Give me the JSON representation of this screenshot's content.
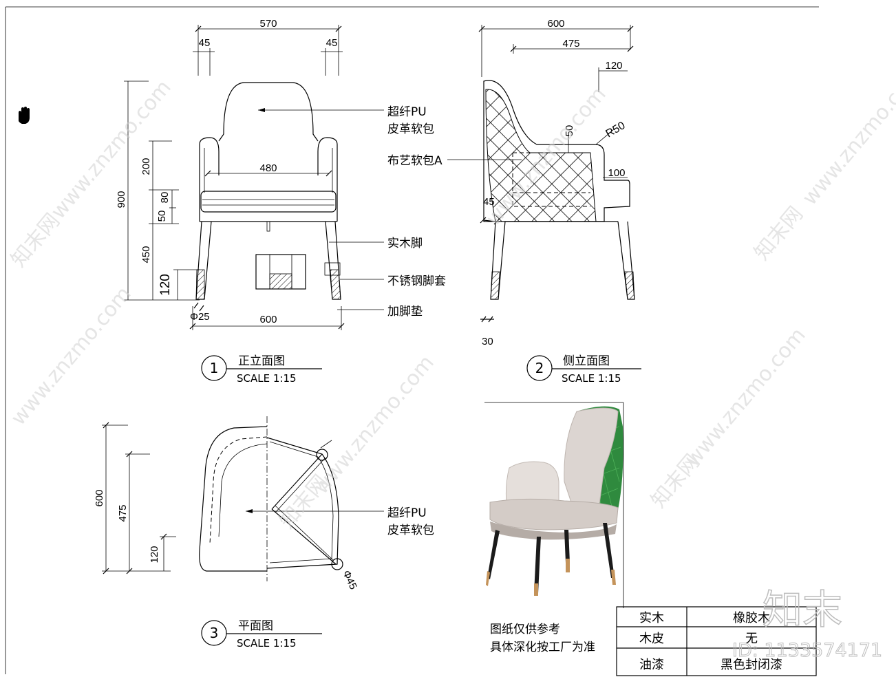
{
  "views": {
    "front": {
      "number": "1",
      "title": "正立面图",
      "scale": "SCALE 1:15"
    },
    "side": {
      "number": "2",
      "title": "侧立面图",
      "scale": "SCALE 1:15"
    },
    "plan": {
      "number": "3",
      "title": "平面图",
      "scale": "SCALE 1:15"
    }
  },
  "front_dims": {
    "total_width": "570",
    "left_leg": "45",
    "right_leg": "45",
    "height": "900",
    "arm_200": "200",
    "d80": "80",
    "d50": "50",
    "d450": "450",
    "d120": "120",
    "seat_480": "480",
    "phi25": "Φ25",
    "bottom_600": "600"
  },
  "side_dims": {
    "d600": "600",
    "d475": "475",
    "d120": "120",
    "d50": "50",
    "r50": "R50",
    "d100": "100",
    "d45": "45",
    "d30": "30"
  },
  "plan_dims": {
    "d600": "600",
    "d475": "475",
    "d120": "120",
    "phi45": "Φ45"
  },
  "labels": {
    "pu_line1": "超纤PU",
    "pu_line2": "皮革软包",
    "fabric": "布艺软包A",
    "wood_leg": "实木脚",
    "steel_cap": "不锈钢脚套",
    "foot_pad": "加脚垫",
    "plan_pu_line1": "超纤PU",
    "plan_pu_line2": "皮革软包"
  },
  "notes": {
    "line1": "图纸仅供参考",
    "line2": "具体深化按工厂为准"
  },
  "spec_table": {
    "rows": [
      {
        "key": "实木",
        "value": "橡胶木"
      },
      {
        "key": "木皮",
        "value": "无"
      },
      {
        "key": "油漆",
        "value": "黑色封闭漆"
      }
    ]
  },
  "watermark": {
    "brand": "知末",
    "id_text": "ID: 1133574171",
    "site": "www.znzmo.com",
    "site_cn": "知末网"
  },
  "colors": {
    "line": "#000000",
    "chair_shell": "#d9d3cf",
    "chair_back": "#2f8a3e",
    "leg": "#1b1b1b",
    "leg_cap": "#c4935a"
  }
}
